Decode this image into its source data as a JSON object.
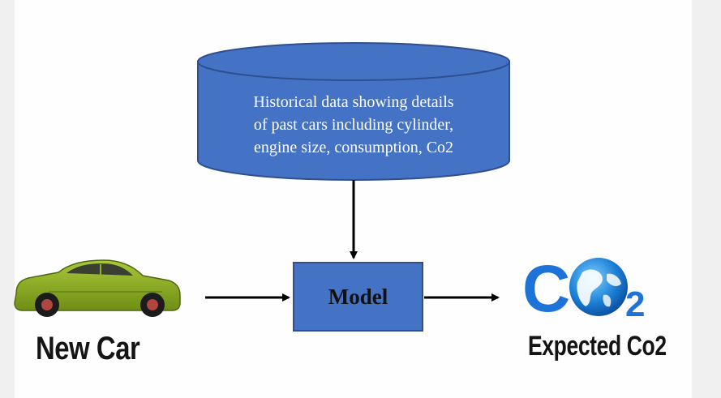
{
  "database": {
    "lines": [
      "Historical data showing details",
      "of past cars including cylinder,",
      "engine size, consumption, Co2"
    ]
  },
  "model": {
    "label": "Model"
  },
  "input": {
    "label": "New Car",
    "icon": "car-icon",
    "color": "#8fb21f"
  },
  "output": {
    "label": "Expected Co2",
    "logo_text": "C",
    "logo_subscript": "2",
    "icon": "globe-icon",
    "color": "#1e73d8"
  },
  "colors": {
    "box_fill": "#4472c4",
    "box_stroke": "#2f4f8f",
    "arrow": "#000000"
  }
}
